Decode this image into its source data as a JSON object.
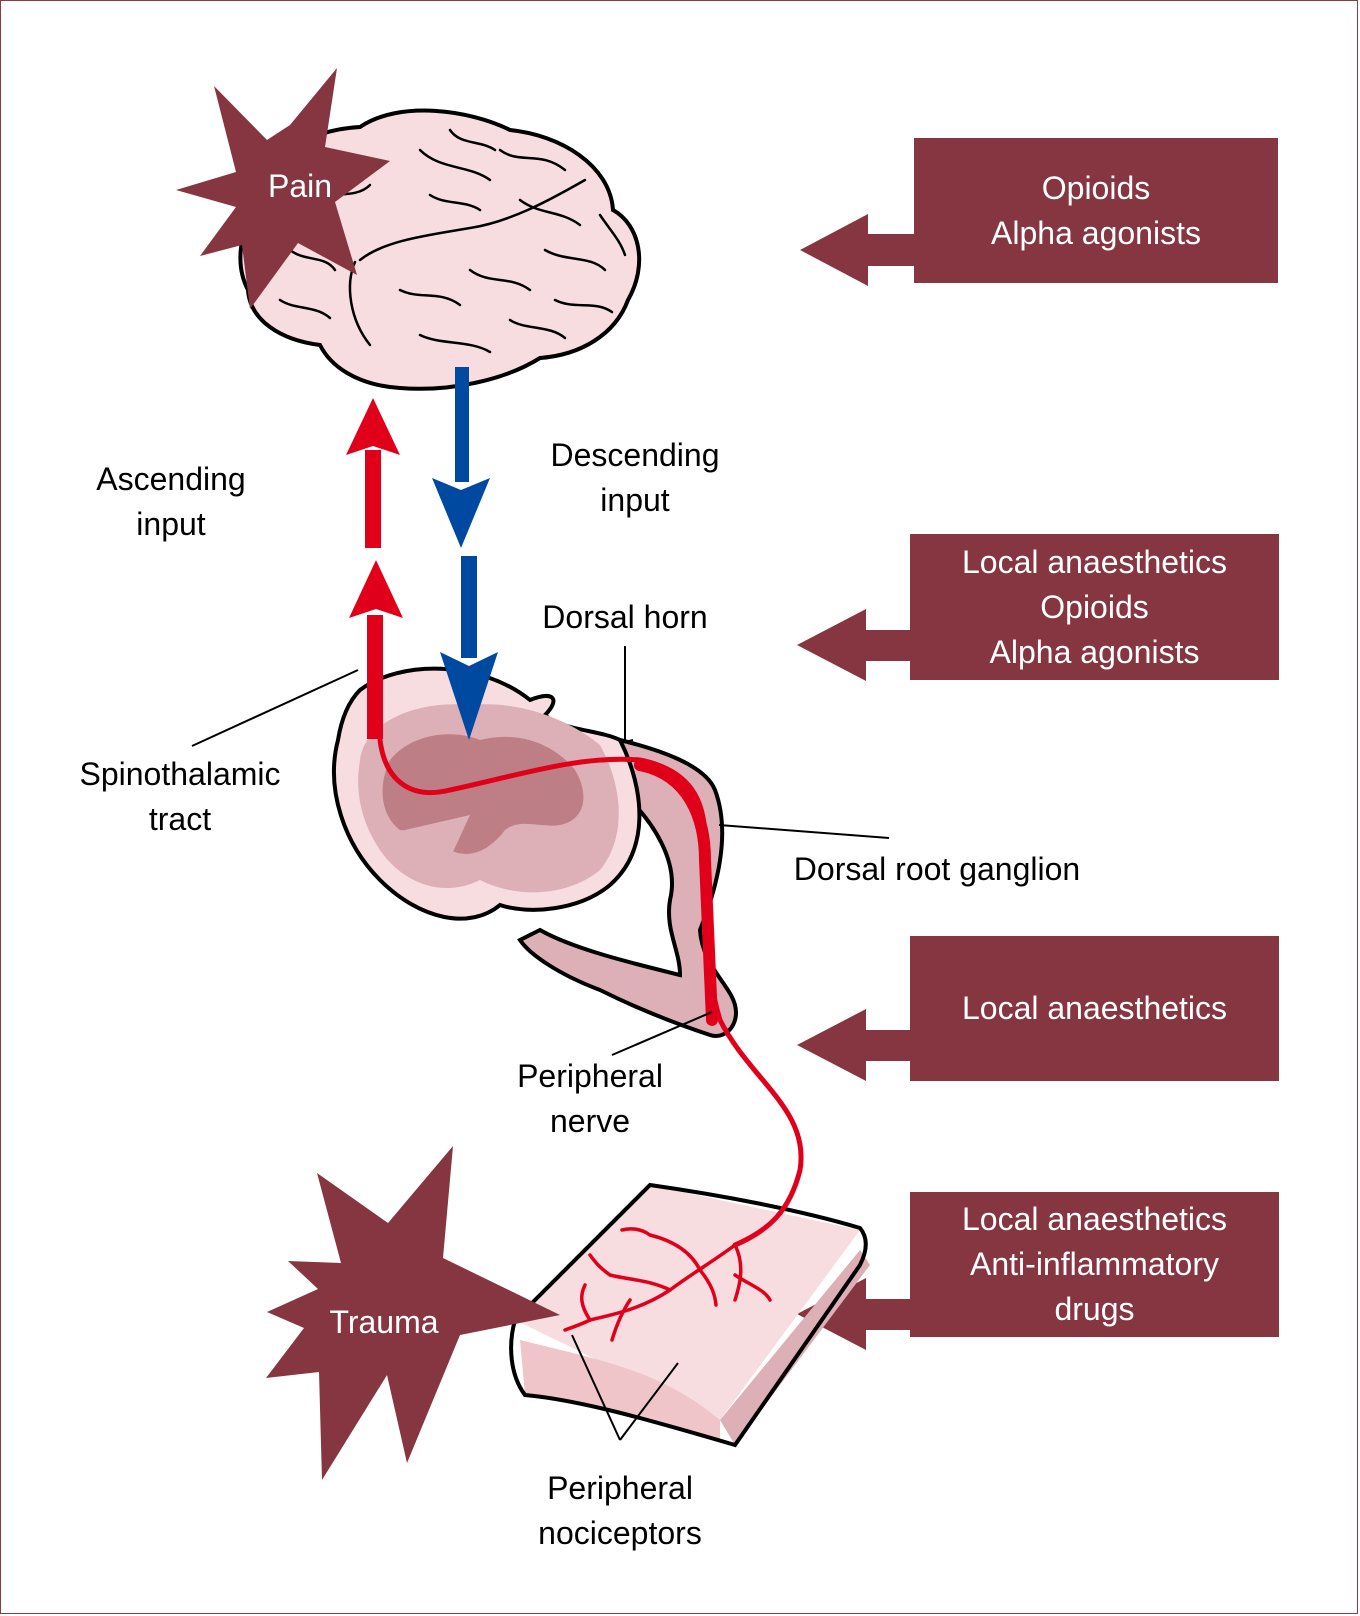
{
  "colors": {
    "maroon": "#863640",
    "red": "#e1001a",
    "blue": "#0049a0",
    "tissue_light": "#f7dde0",
    "tissue_mid": "#dcb0b6",
    "tissue_dark": "#bd7f85"
  },
  "bursts": {
    "pain": "Pain",
    "trauma": "Trauma"
  },
  "labels": {
    "ascending": [
      "Ascending",
      "input"
    ],
    "descending": [
      "Descending",
      "input"
    ],
    "dorsal_horn": "Dorsal horn",
    "spinothalamic": [
      "Spinothalamic",
      "tract"
    ],
    "dorsal_root_ganglion": "Dorsal root ganglion",
    "peripheral_nerve": [
      "Peripheral",
      "nerve"
    ],
    "peripheral_nociceptors": [
      "Peripheral",
      "nociceptors"
    ]
  },
  "drug_boxes": [
    {
      "lines": [
        "Opioids",
        "Alpha agonists"
      ]
    },
    {
      "lines": [
        "Local anaesthetics",
        "Opioids",
        "Alpha agonists"
      ]
    },
    {
      "lines": [
        "Local anaesthetics"
      ]
    },
    {
      "lines": [
        "Local anaesthetics",
        "Anti-inflammatory",
        "drugs"
      ]
    }
  ]
}
